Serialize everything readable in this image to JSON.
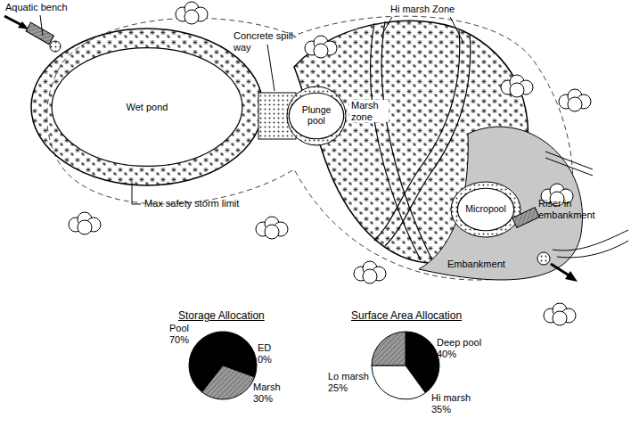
{
  "diagram": {
    "nodes": [
      {
        "text": [
          "Wet pond"
        ]
      },
      {
        "text": [
          "Plunge pool"
        ]
      },
      {
        "text": [
          "Micropool"
        ]
      }
    ],
    "labels": [
      "Aquatic bench",
      "Concrete spill-way",
      "Hi marsh Zone",
      "Marsh zone",
      "Max safety storm limit",
      "Riser in embankment",
      "Embankment",
      "Storage Allocation",
      "Surface Area Allocation",
      "Pool 70%",
      "ED 0%",
      "Marsh 30%",
      "Deep pool 40%",
      "Lo marsh 25%",
      "Hi marsh 35%"
    ]
  }
}
